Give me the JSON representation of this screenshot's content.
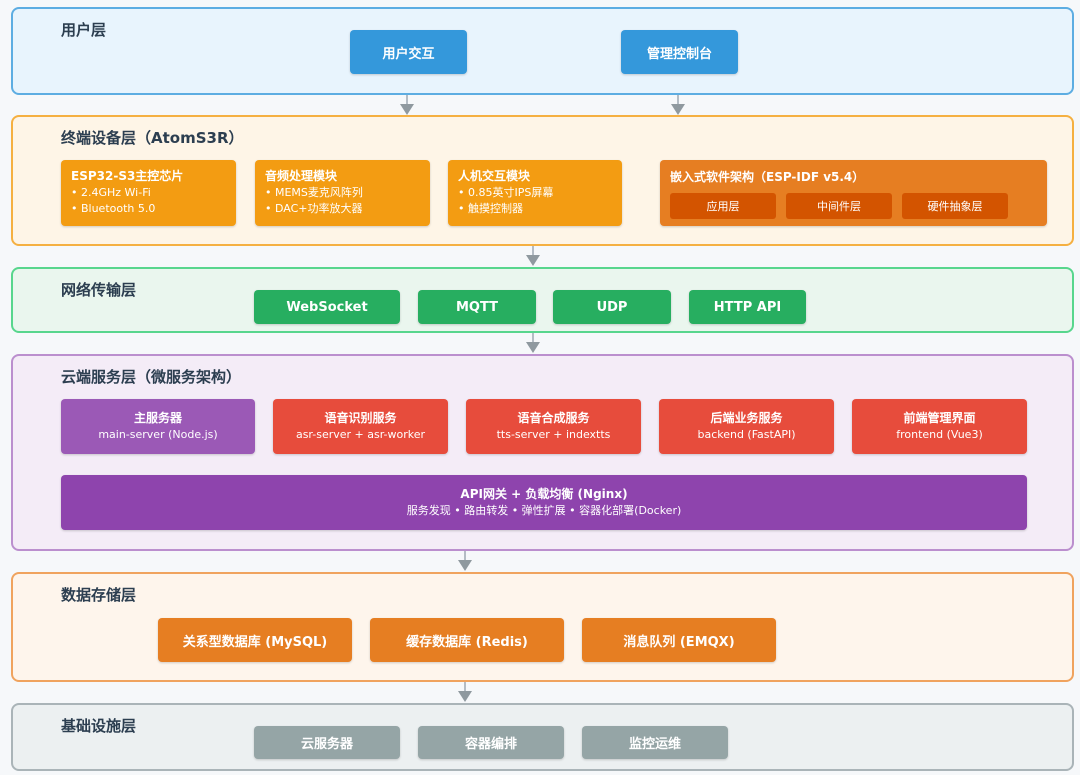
{
  "user_layer": {
    "title": "用户层",
    "items": [
      "用户交互",
      "管理控制台"
    ]
  },
  "device_layer": {
    "title": "终端设备层（AtomS3R）",
    "modules": [
      {
        "title": "ESP32-S3主控芯片",
        "lines": [
          "• 2.4GHz Wi-Fi",
          "• Bluetooth 5.0"
        ]
      },
      {
        "title": "音频处理模块",
        "lines": [
          "• MEMS麦克风阵列",
          "• DAC+功率放大器"
        ]
      },
      {
        "title": "人机交互模块",
        "lines": [
          "• 0.85英寸IPS屏幕",
          "• 触摸控制器"
        ]
      }
    ],
    "software": {
      "title": "嵌入式软件架构（ESP-IDF v5.4）",
      "items": [
        "应用层",
        "中间件层",
        "硬件抽象层"
      ]
    }
  },
  "network_layer": {
    "title": "网络传输层",
    "items": [
      "WebSocket",
      "MQTT",
      "UDP",
      "HTTP API"
    ]
  },
  "cloud_layer": {
    "title": "云端服务层（微服务架构）",
    "services": [
      {
        "title": "主服务器",
        "subtitle": "main-server (Node.js)"
      },
      {
        "title": "语音识别服务",
        "subtitle": "asr-server + asr-worker"
      },
      {
        "title": "语音合成服务",
        "subtitle": "tts-server + indextts"
      },
      {
        "title": "后端业务服务",
        "subtitle": "backend (FastAPI)"
      },
      {
        "title": "前端管理界面",
        "subtitle": "frontend (Vue3)"
      }
    ],
    "gateway": {
      "title": "API网关 + 负载均衡 (Nginx)",
      "subtitle": "服务发现 • 路由转发 • 弹性扩展 • 容器化部署(Docker)"
    }
  },
  "storage_layer": {
    "title": "数据存储层",
    "items": [
      "关系型数据库 (MySQL)",
      "缓存数据库 (Redis)",
      "消息队列 (EMQX)"
    ]
  },
  "infra_layer": {
    "title": "基础设施层",
    "items": [
      "云服务器",
      "容器编排",
      "监控运维"
    ]
  },
  "colors": {
    "blue": "#3498db",
    "orange": "#f39c12",
    "dark_orange": "#e67e22",
    "deep_orange": "#d35400",
    "green": "#27ae60",
    "purple": "#9b59b6",
    "dark_purple": "#8e44ad",
    "red": "#e74c3c",
    "gray": "#95a5a6"
  }
}
